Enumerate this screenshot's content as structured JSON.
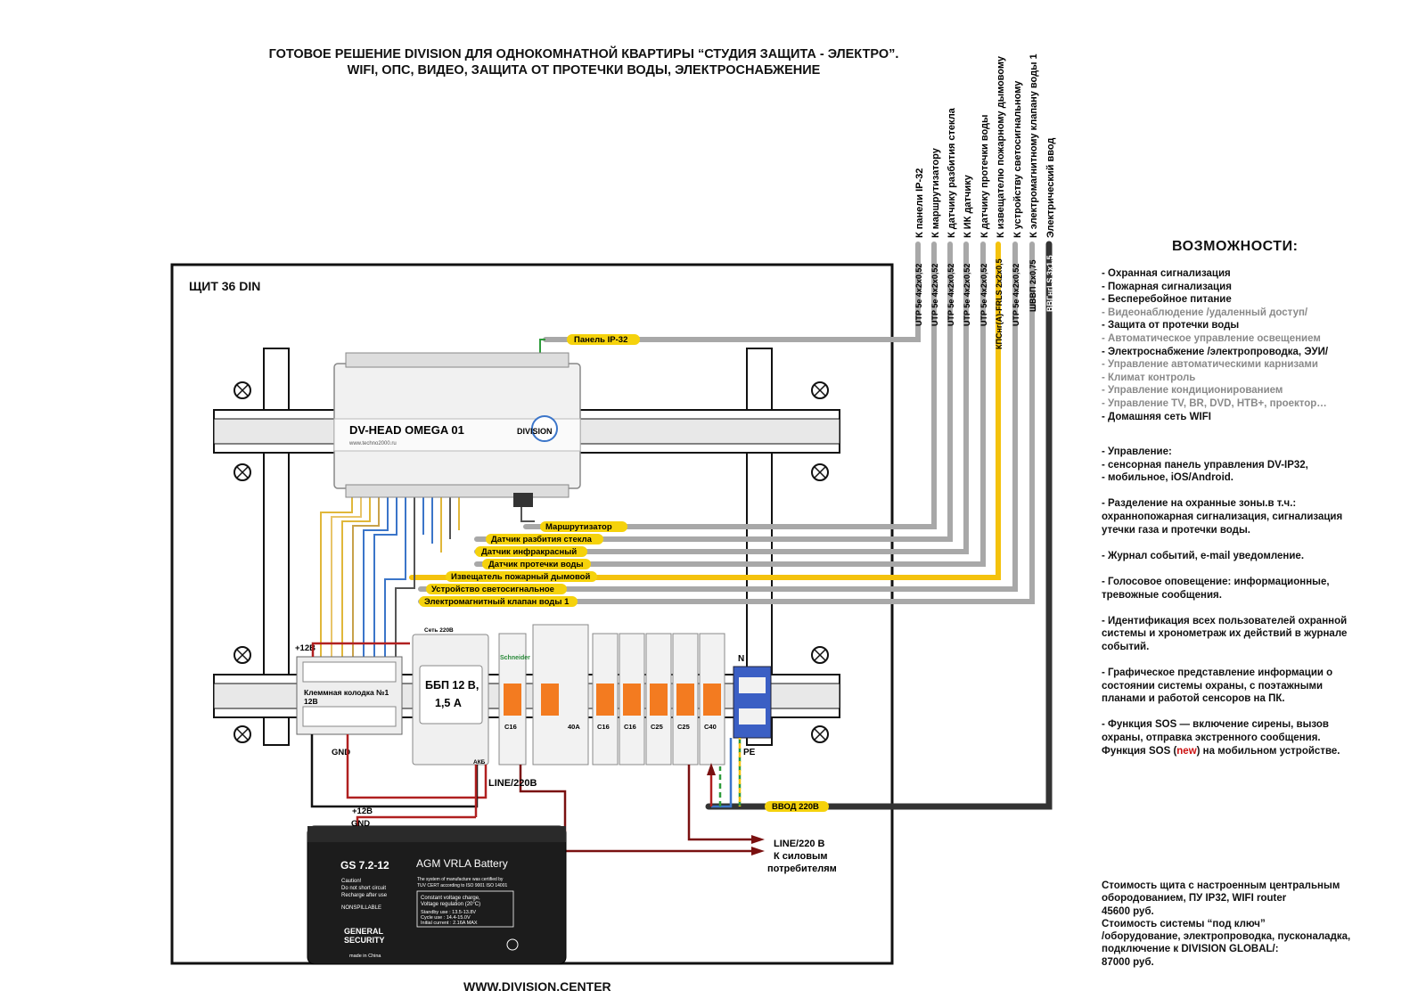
{
  "header": {
    "line1": "ГОТОВОЕ РЕШЕНИЕ DIVISION ДЛЯ ОДНОКОМНАТНОЙ КВАРТИРЫ   “СТУДИЯ ЗАЩИТА - ЭЛЕКТРО”.",
    "line2": "WIFI, ОПС, ВИДЕО, ЗАЩИТА ОТ ПРОТЕЧКИ ВОДЫ, ЭЛЕКТРОСНАБЖЕНИЕ"
  },
  "cabinet": {
    "label": "ЩИТ 36 DIN"
  },
  "controller": {
    "model": "DV-HEAD OMEGA 01",
    "brand": "DIVISION",
    "site": "www.techno2000.ru"
  },
  "cable_destinations": [
    "К панели IP-32",
    "К маршрутизатору",
    "К датчику разбития стекла",
    "К ИК датчику",
    "К датчику протечки воды",
    "К извещателю пожарному дымовому",
    "К устройству светосигнальному",
    "К электромагнитному клапану воды 1",
    "Электрический ввод"
  ],
  "cable_types": [
    "UTP 5e 4x2x0,52",
    "UTP 5e 4x2x0,52",
    "UTP 5e 4x2x0,52",
    "UTP 5e 4x2x0,52",
    "UTP 5e 4x2x0,52",
    "КПСнг(А)-FRLS 2x2x0,5",
    "UTP 5e 4x2x0,52",
    "ШВВП 2x0,75",
    "ВВГнгLS 3x1,5"
  ],
  "cable_tags": [
    "Панель IP-32",
    "Маршрутизатор",
    "Датчик разбития стекла",
    "Датчик инфракрасный",
    "Датчик протечки воды",
    "Извещатель пожарный дымовой",
    "Устройство светосигнальное",
    "Электромагнитный клапан воды 1"
  ],
  "terminal_block": {
    "label": "Клеммная колодка №1",
    "sub": "12В",
    "plus": "+12В",
    "gnd": "GND"
  },
  "ups": {
    "label": "ББП 12 В,\n1,5 А",
    "mains": "Сеть 220В",
    "akb": "АКБ"
  },
  "breakers": [
    "C16",
    "40A",
    "C16",
    "C16",
    "C25",
    "C25",
    "C40"
  ],
  "breaker_brand": "Schneider",
  "n_label": "N",
  "pe_label": "PE",
  "line_labels": {
    "line_220": "LINE/220B",
    "input": "ВВОД 220В",
    "consumers": "LINE/220 В\nК силовым\nпотребителям"
  },
  "battery": {
    "model": "GS  7.2-12",
    "type": "AGM VRLA Battery",
    "caution": "Caution!\nDo not short circuit\nRecharge after use",
    "nonspill": "NONSPILLABLE",
    "cert": "The system of manufacture was certified by\nTUV CERT according to ISO 9001  ISO 14001",
    "charge": "Constant voltage charge,\nVoltage regulation (20°C)",
    "standby": "Standby use     :  13.5-13.8V",
    "cycle": "Cycle use         :  14.4-15.0V",
    "initial": "Initial current   :  2.16A MAX",
    "maker": "GENERAL\nSECURITY",
    "made": "made in China",
    "plus": "+12В",
    "gnd": "GND"
  },
  "capabilities": {
    "heading": "ВОЗМОЖНОСТИ:",
    "items": [
      {
        "text": "- Охранная сигнализация",
        "gray": false
      },
      {
        "text": "- Пожарная сигнализация",
        "gray": false
      },
      {
        "text": "- Бесперебойное питание",
        "gray": false
      },
      {
        "text": "- Видеонаблюдение /удаленный доступ/",
        "gray": true
      },
      {
        "text": "- Защита от протечки воды",
        "gray": false
      },
      {
        "text": "- Автоматическое управление освещением",
        "gray": true
      },
      {
        "text": "- Электроснабжение /электропроводка, ЭУИ/",
        "gray": false
      },
      {
        "text": "- Управление автоматическими карнизами",
        "gray": true
      },
      {
        "text": "- Климат контроль",
        "gray": true
      },
      {
        "text": "- Управление кондиционированием",
        "gray": true
      },
      {
        "text": "- Управление TV, BR,  DVD, HTB+, проектор…",
        "gray": true
      },
      {
        "text": "- Домашняя сеть  WIFI",
        "gray": false
      }
    ]
  },
  "notes": [
    "- Управление:\n- сенсорная панель управления DV-IP32,\n- мобильное, iOS/Android.",
    "- Разделение на охранные зоны.в т.ч.:\nохраннопожарная сигнализация,  сигнализация\nутечки газа и протечки воды.",
    "- Журнал событий, e-mail уведомление.",
    "- Голосовое оповещение: информационные,\nтревожные сообщения.",
    "- Идентификация всех пользователей  охранной\nсистемы и хронометраж их действий в журнале\nсобытий.",
    "- Графическое представление информации о\nсостоянии системы охраны, с поэтажными\nпланами и работой сенсоров на ПК."
  ],
  "sos": {
    "pre": "- Функция SOS — включение сирены, вызов\nохраны, отправка экстренного сообщения.\nФункция SOS (",
    "new": "new",
    "post": ") на мобильном устройстве."
  },
  "cost": "Стоимость щита с настроенным центральным\nобородованием, ПУ IP32, WIFI router\n45600 руб.\n Стоимость системы “под ключ”\n/оборудование, электропроводка, пусконаладка,\nподключение к  DIVISION GLOBAL/:\n87000 руб.",
  "website": "WWW.DIVISION.CENTER"
}
